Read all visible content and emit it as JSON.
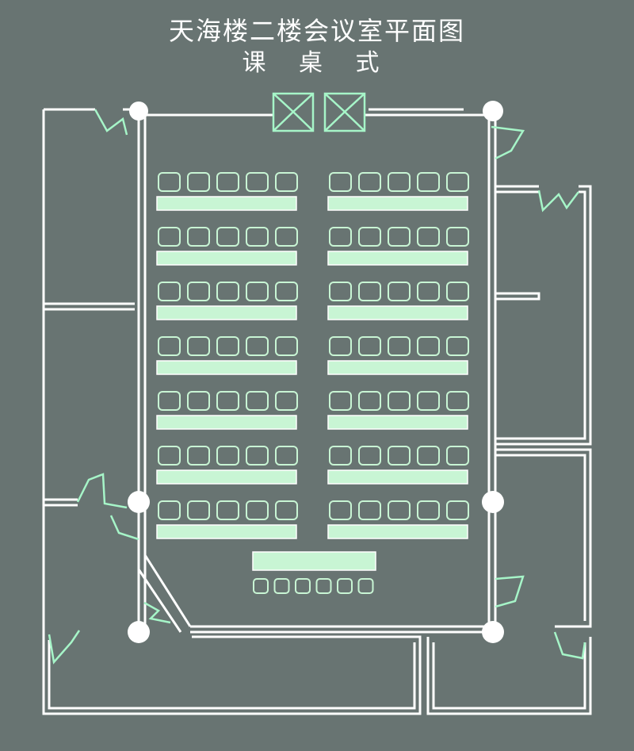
{
  "plan": {
    "title": "天海楼二楼会议室平面图",
    "subtitle": "课 桌 式"
  },
  "layout": {
    "table_rows": 7,
    "chairs_per_table": 5,
    "table_columns": 2,
    "presenter_chairs": 6
  },
  "colors": {
    "background": "#687472",
    "wall": "#ffffff",
    "door_swing": "#a6f5c8",
    "table_fill": "#c8f5d4",
    "chair_stroke": "#c8f5d4",
    "column": "#ffffff"
  }
}
